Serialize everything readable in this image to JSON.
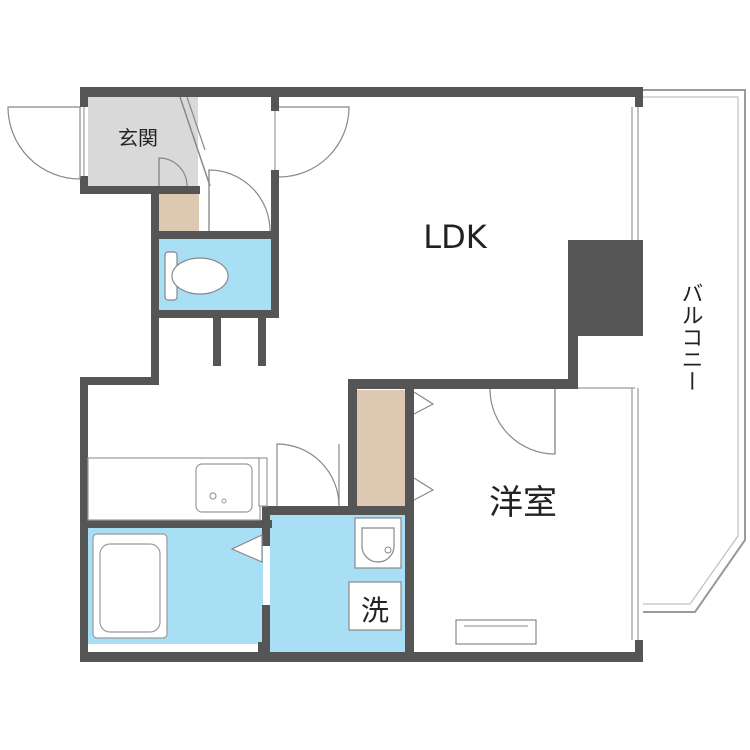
{
  "plan": {
    "labels": {
      "entrance": "玄関",
      "ldk": "LDK",
      "western_room": "洋室",
      "balcony": "バルコニー",
      "washroom": "洗"
    },
    "colors": {
      "wall": "#555555",
      "wet_area": "#a9dff4",
      "storage": "#ddc9b1",
      "entrance_floor": "#d9d9d9",
      "background": "#ffffff"
    }
  }
}
